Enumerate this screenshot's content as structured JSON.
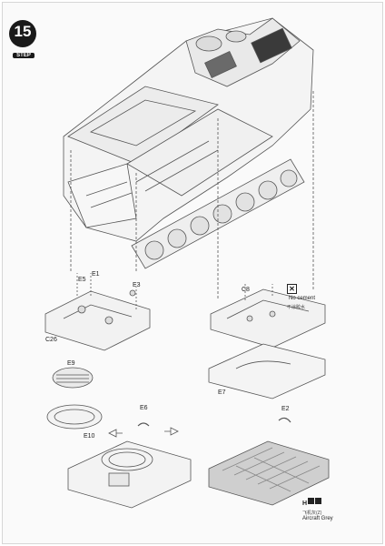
{
  "step": {
    "number": "15",
    "word": "STEP"
  },
  "parts": {
    "E5": "E5",
    "E1": "E1",
    "E3": "E3",
    "C26": "C26",
    "C8": "C8",
    "E7": "E7",
    "E9": "E9",
    "E10": "E10",
    "E6": "E6",
    "E2": "E2"
  },
  "note": {
    "symbol": "✕",
    "text": "No cement",
    "sub": "不涂胶水"
  },
  "paint": {
    "code": "H",
    "chip1": "",
    "chip2": "",
    "sub": "飞机灰(Z)",
    "name": "Aircraft Grey"
  }
}
